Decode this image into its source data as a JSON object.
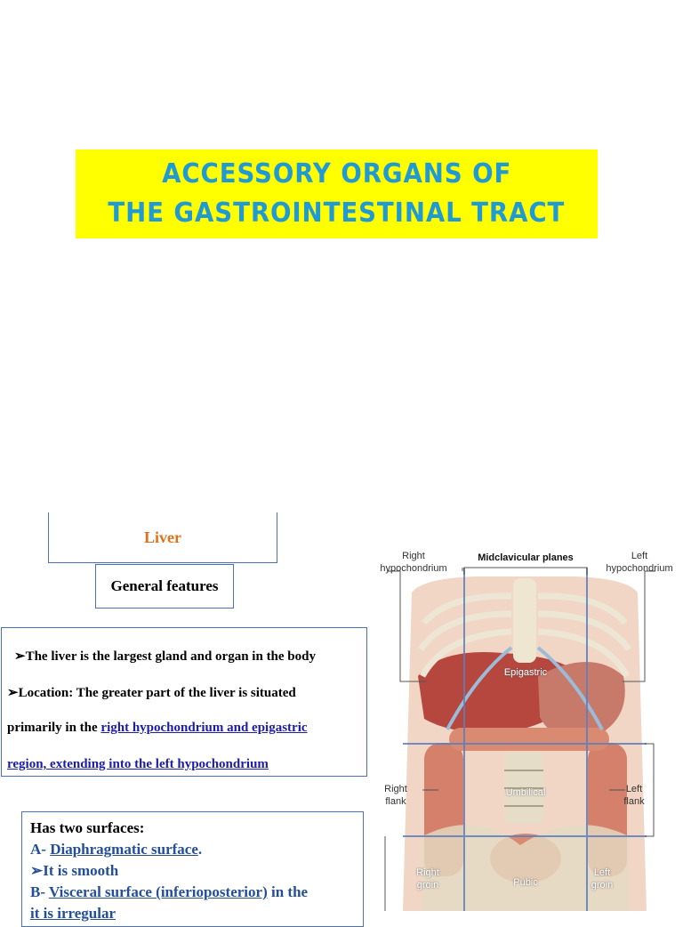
{
  "title": {
    "line1": "Accessory organs of",
    "line2": "the gastrointestinal tract"
  },
  "diagram": {
    "liver": "Liver",
    "general_features": "General features"
  },
  "info": {
    "line1": "➢The liver is the largest gland and organ in the body",
    "line2": "➢Location: The greater part of the liver is situated",
    "line3_prefix": "primarily in the ",
    "line3_link": "right hypochondrium and epigastric",
    "line4_link": "region, extending into the left hypochondrium"
  },
  "surfaces": {
    "heading": "Has two surfaces:",
    "a_prefix": "A- ",
    "a_link": "Diaphragmatic surface",
    "a_suffix": ".",
    "smooth": "➢It is smooth",
    "b_prefix": "B- ",
    "b_link": "Visceral surface (inferioposterior)",
    "b_suffix": " in the",
    "irregular": "it is irregular"
  },
  "figure": {
    "labels": {
      "right_hypochondrium_1": "Right",
      "right_hypochondrium_2": "hypochondrium",
      "midclavicular": "Midclavicular planes",
      "left_hypochondrium_1": "Left",
      "left_hypochondrium_2": "hypochondrium",
      "epigastric": "Epigastric",
      "right_flank_1": "Right",
      "right_flank_2": "flank",
      "umbilical": "Umbilical",
      "left_flank_1": "Left",
      "left_flank_2": "flank",
      "right_groin_1": "Right",
      "right_groin_2": "groin",
      "pubic": "Pubic",
      "left_groin_1": "Left",
      "left_groin_2": "groin"
    }
  },
  "colors": {
    "title_bg": "#ffff00",
    "title_text": "#1f9ad6",
    "box_border": "#4a6fc0",
    "liver_label": "#e0701b",
    "link": "#1c1ca8",
    "surface_text": "#244e96"
  }
}
